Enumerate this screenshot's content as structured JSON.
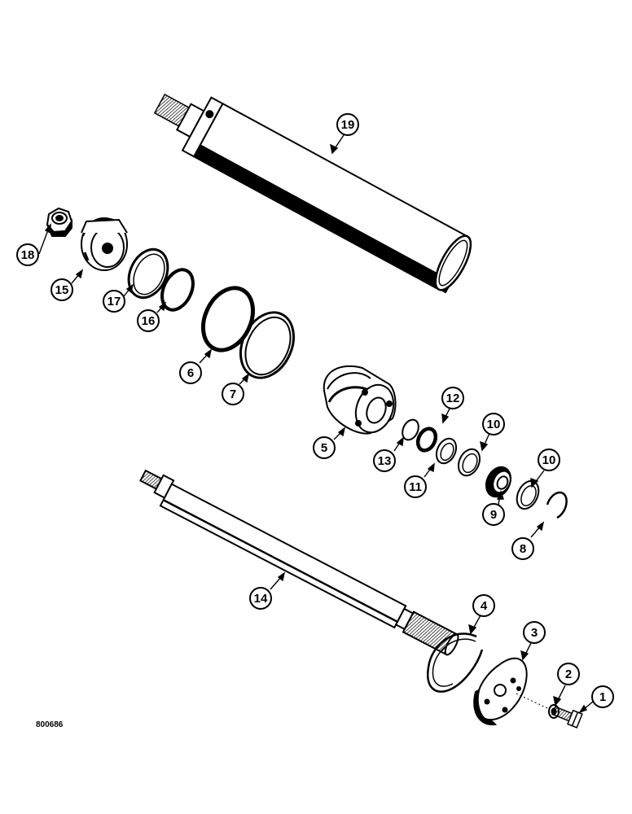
{
  "figure": {
    "reference_code": "800686",
    "callouts": [
      {
        "id": "19",
        "label": "19"
      },
      {
        "id": "18",
        "label": "18"
      },
      {
        "id": "15",
        "label": "15"
      },
      {
        "id": "17",
        "label": "17"
      },
      {
        "id": "16",
        "label": "16"
      },
      {
        "id": "6",
        "label": "6"
      },
      {
        "id": "7",
        "label": "7"
      },
      {
        "id": "5",
        "label": "5"
      },
      {
        "id": "12",
        "label": "12"
      },
      {
        "id": "13",
        "label": "13"
      },
      {
        "id": "11",
        "label": "11"
      },
      {
        "id": "10a",
        "label": "10"
      },
      {
        "id": "10b",
        "label": "10"
      },
      {
        "id": "9",
        "label": "9"
      },
      {
        "id": "8",
        "label": "8"
      },
      {
        "id": "14",
        "label": "14"
      },
      {
        "id": "4",
        "label": "4"
      },
      {
        "id": "3",
        "label": "3"
      },
      {
        "id": "2",
        "label": "2"
      },
      {
        "id": "1",
        "label": "1"
      }
    ]
  }
}
